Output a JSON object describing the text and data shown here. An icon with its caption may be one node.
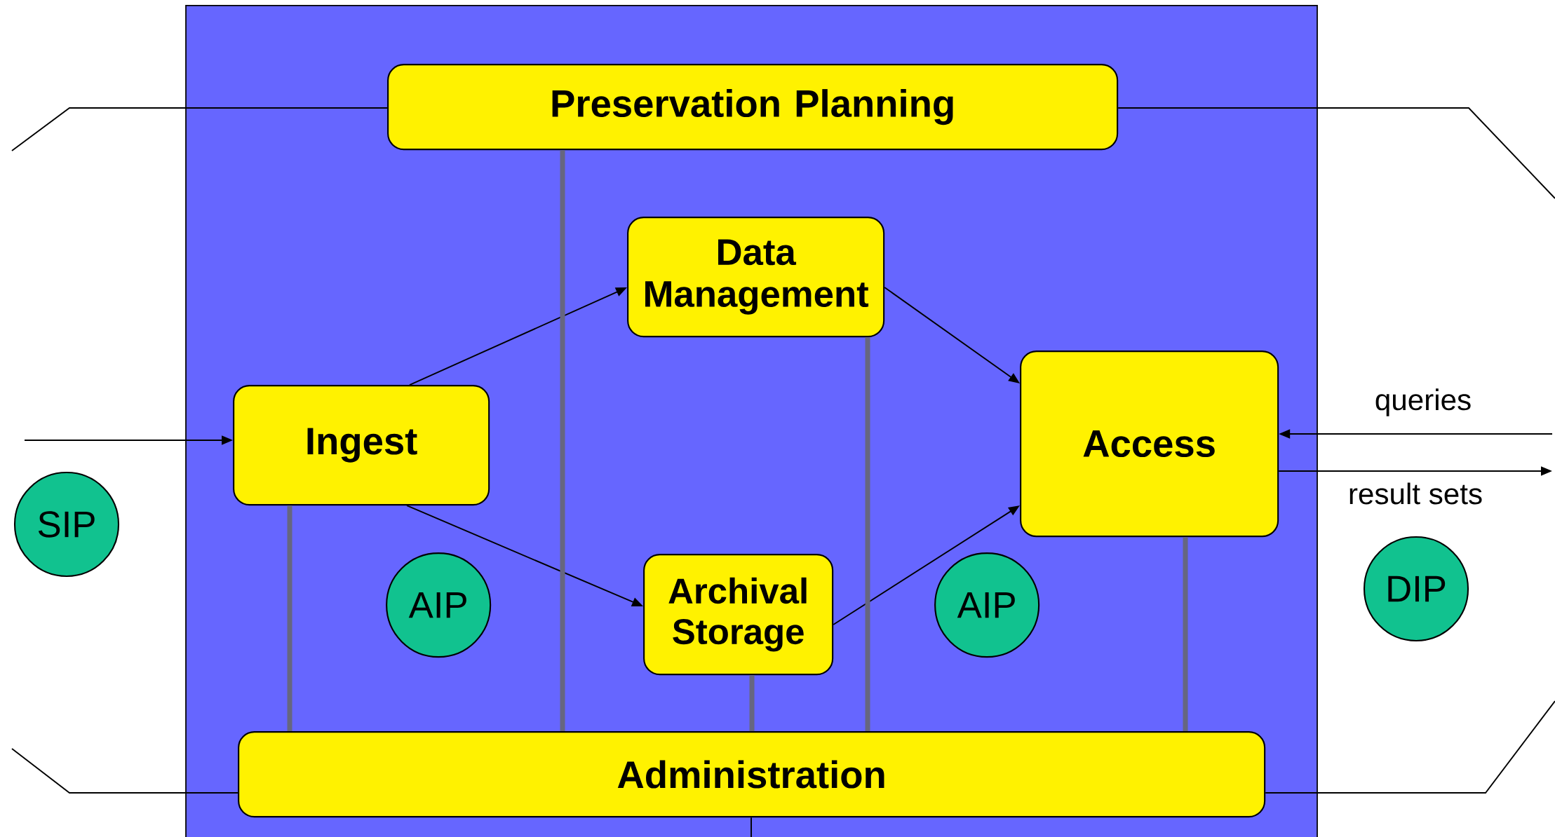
{
  "diagram": {
    "nodes": [
      {
        "text": [],
        "shape": "box"
      },
      {
        "text": [
          "Preservation Planning"
        ],
        "in": 0
      },
      {
        "text": [
          "Data Management"
        ],
        "in": 0
      },
      {
        "text": [
          "Ingest"
        ],
        "in": 0
      },
      {
        "text": [
          "Access"
        ],
        "in": 0
      },
      {
        "text": [
          "Archival Storage"
        ],
        "in": 0
      },
      {
        "text": [
          "Administration"
        ],
        "in": 0
      },
      {
        "text": [
          "SIP"
        ]
      },
      {
        "text": [
          "AIP"
        ],
        "in": 0
      },
      {
        "text": [
          "AIP"
        ],
        "in": 0
      },
      {
        "text": [
          "DIP"
        ]
      }
    ],
    "edges": [
      {
        "from": 3,
        "to": 2,
        "arrow": "to"
      },
      {
        "from": 3,
        "to": 5,
        "arrow": "to"
      },
      {
        "from": 2,
        "to": 4,
        "arrow": "to"
      },
      {
        "from": 5,
        "to": 4,
        "arrow": "to"
      },
      {
        "from": null,
        "to": 3,
        "arrow": "to"
      },
      {
        "from": null,
        "to": 4,
        "arrow": "to",
        "label": "queries"
      },
      {
        "from": 4,
        "to": null,
        "arrow": "to",
        "label": "result sets"
      },
      {
        "from": 3,
        "to": 6,
        "arrow": "none",
        "style": "thick",
        "color": "#666680"
      },
      {
        "from": 1,
        "to": 6,
        "arrow": "none",
        "style": "thick",
        "color": "#666680"
      },
      {
        "from": 5,
        "to": 6,
        "arrow": "none",
        "style": "thick",
        "color": "#666680"
      },
      {
        "from": 2,
        "to": 6,
        "arrow": "none",
        "style": "thick",
        "color": "#666680"
      },
      {
        "from": 4,
        "to": 6,
        "arrow": "none",
        "style": "thick",
        "color": "#666680"
      },
      {
        "from": 1,
        "to": null,
        "arrow": "none"
      },
      {
        "from": 1,
        "to": null,
        "arrow": "none"
      },
      {
        "from": 6,
        "to": null,
        "arrow": "none"
      },
      {
        "from": 6,
        "to": null,
        "arrow": "none"
      },
      {
        "from": 6,
        "to": null,
        "arrow": "none"
      }
    ]
  }
}
